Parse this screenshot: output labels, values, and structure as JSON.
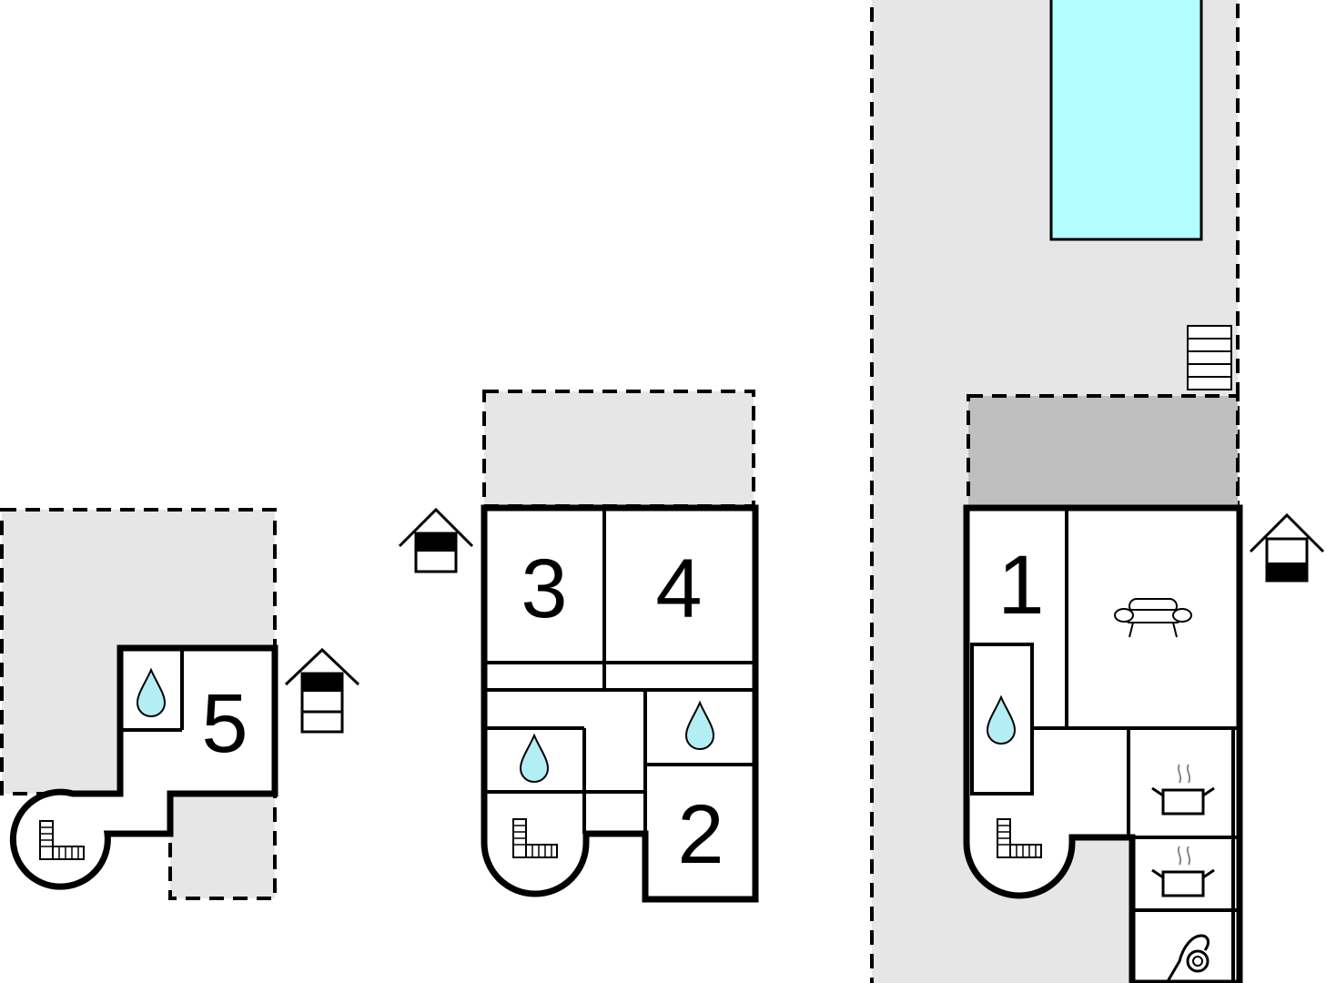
{
  "plan": {
    "rooms": [
      {
        "label": "1"
      },
      {
        "label": "2"
      },
      {
        "label": "3"
      },
      {
        "label": "4"
      },
      {
        "label": "5"
      }
    ]
  },
  "colors": {
    "terrace": "#e6e6e6",
    "covered_terrace": "#bfbfbf",
    "pool": "#b3ffff",
    "water": "#b3eef5",
    "walls": "#000000"
  },
  "icons": [
    "water-drop-icon",
    "stairs-icon",
    "house-floor-icon",
    "sofa-icon",
    "cooking-pot-icon",
    "washing-machine-icon",
    "pool-ladder-icon"
  ]
}
